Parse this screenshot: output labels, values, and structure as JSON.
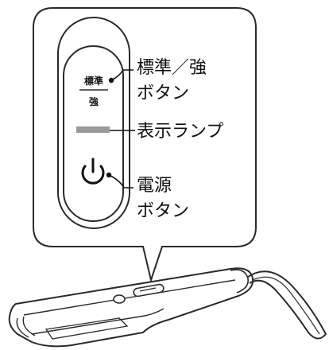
{
  "standard_button_text": {
    "top": "標準",
    "bottom": "強"
  },
  "callouts": {
    "standard_strong": {
      "line1": "標準／強",
      "line2": "ボタン"
    },
    "display_lamp": "表示ランプ",
    "power_button": {
      "line1": "電源",
      "line2": "ボタン"
    }
  },
  "icons": {
    "power": "power-symbol-icon"
  },
  "colors": {
    "outline": "#2a2a2a",
    "lamp": "#9a9a9a",
    "background": "#ffffff"
  }
}
